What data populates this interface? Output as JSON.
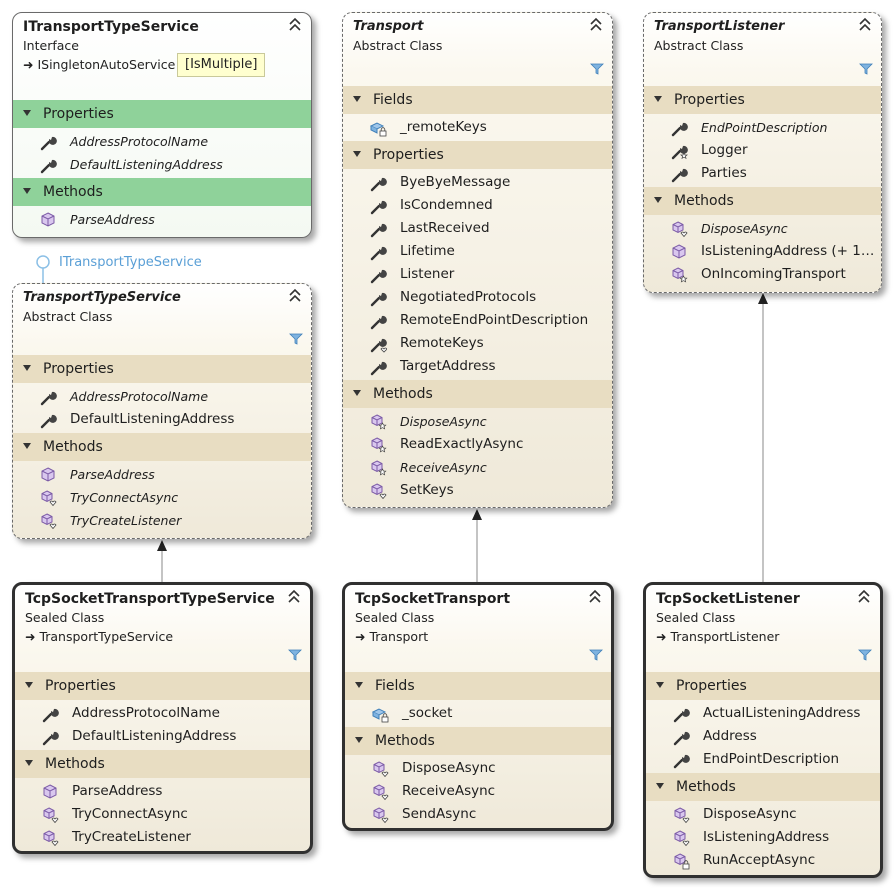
{
  "diagram": {
    "lollipop_label": "ITransportTypeService",
    "note": "[IsMultiple]"
  },
  "boxes": {
    "itransport": {
      "title": "ITransportTypeService",
      "kind": "Interface",
      "base": "ISingletonAutoService",
      "sections": [
        {
          "name": "Properties",
          "items": [
            {
              "label": "AddressProtocolName",
              "icon": "wrench-icon",
              "italic": true
            },
            {
              "label": "DefaultListeningAddress",
              "icon": "wrench-icon",
              "italic": true
            }
          ]
        },
        {
          "name": "Methods",
          "items": [
            {
              "label": "ParseAddress",
              "icon": "method-cube-icon",
              "italic": true
            }
          ]
        }
      ]
    },
    "transport": {
      "title": "Transport",
      "kind": "Abstract Class",
      "sections": [
        {
          "name": "Fields",
          "items": [
            {
              "label": "_remoteKeys",
              "icon": "field-lock-icon",
              "italic": false
            }
          ]
        },
        {
          "name": "Properties",
          "items": [
            {
              "label": "ByeByeMessage",
              "icon": "wrench-icon",
              "italic": false
            },
            {
              "label": "IsCondemned",
              "icon": "wrench-icon",
              "italic": false
            },
            {
              "label": "LastReceived",
              "icon": "wrench-icon",
              "italic": false
            },
            {
              "label": "Lifetime",
              "icon": "wrench-icon",
              "italic": false
            },
            {
              "label": "Listener",
              "icon": "wrench-icon",
              "italic": false
            },
            {
              "label": "NegotiatedProtocols",
              "icon": "wrench-icon",
              "italic": false
            },
            {
              "label": "RemoteEndPointDescription",
              "icon": "wrench-icon",
              "italic": false
            },
            {
              "label": "RemoteKeys",
              "icon": "wrench-heart-icon",
              "italic": false
            },
            {
              "label": "TargetAddress",
              "icon": "wrench-icon",
              "italic": false
            }
          ]
        },
        {
          "name": "Methods",
          "items": [
            {
              "label": "DisposeAsync",
              "icon": "method-star-icon",
              "italic": true
            },
            {
              "label": "ReadExactlyAsync",
              "icon": "method-star-icon",
              "italic": false
            },
            {
              "label": "ReceiveAsync",
              "icon": "method-star-icon",
              "italic": true
            },
            {
              "label": "SetKeys",
              "icon": "method-heart-icon",
              "italic": false
            }
          ]
        }
      ]
    },
    "listener": {
      "title": "TransportListener",
      "kind": "Abstract Class",
      "sections": [
        {
          "name": "Properties",
          "items": [
            {
              "label": "EndPointDescription",
              "icon": "wrench-icon",
              "italic": true
            },
            {
              "label": "Logger",
              "icon": "wrench-star-icon",
              "italic": false
            },
            {
              "label": "Parties",
              "icon": "wrench-icon",
              "italic": false
            }
          ]
        },
        {
          "name": "Methods",
          "items": [
            {
              "label": "DisposeAsync",
              "icon": "method-heart-icon",
              "italic": true
            },
            {
              "label": "IsListeningAddress  (+ 1…",
              "icon": "method-cube-icon",
              "italic": false
            },
            {
              "label": "OnIncomingTransport",
              "icon": "method-star-icon",
              "italic": false
            }
          ]
        }
      ]
    },
    "typeservice": {
      "title": "TransportTypeService",
      "kind": "Abstract Class",
      "sections": [
        {
          "name": "Properties",
          "items": [
            {
              "label": "AddressProtocolName",
              "icon": "wrench-icon",
              "italic": true
            },
            {
              "label": "DefaultListeningAddress",
              "icon": "wrench-icon",
              "italic": false
            }
          ]
        },
        {
          "name": "Methods",
          "items": [
            {
              "label": "ParseAddress",
              "icon": "method-cube-icon",
              "italic": true
            },
            {
              "label": "TryConnectAsync",
              "icon": "method-heart-icon",
              "italic": true
            },
            {
              "label": "TryCreateListener",
              "icon": "method-heart-icon",
              "italic": true
            }
          ]
        }
      ]
    },
    "tcpservice": {
      "title": "TcpSocketTransportTypeService",
      "kind": "Sealed Class",
      "base": "TransportTypeService",
      "sections": [
        {
          "name": "Properties",
          "items": [
            {
              "label": "AddressProtocolName",
              "icon": "wrench-icon",
              "italic": false
            },
            {
              "label": "DefaultListeningAddress",
              "icon": "wrench-icon",
              "italic": false
            }
          ]
        },
        {
          "name": "Methods",
          "items": [
            {
              "label": "ParseAddress",
              "icon": "method-cube-icon",
              "italic": false
            },
            {
              "label": "TryConnectAsync",
              "icon": "method-heart-icon",
              "italic": false
            },
            {
              "label": "TryCreateListener",
              "icon": "method-heart-icon",
              "italic": false
            }
          ]
        }
      ]
    },
    "tcptransport": {
      "title": "TcpSocketTransport",
      "kind": "Sealed Class",
      "base": "Transport",
      "sections": [
        {
          "name": "Fields",
          "items": [
            {
              "label": "_socket",
              "icon": "field-lock-icon",
              "italic": false
            }
          ]
        },
        {
          "name": "Methods",
          "items": [
            {
              "label": "DisposeAsync",
              "icon": "method-heart-icon",
              "italic": false
            },
            {
              "label": "ReceiveAsync",
              "icon": "method-heart-icon",
              "italic": false
            },
            {
              "label": "SendAsync",
              "icon": "method-heart-icon",
              "italic": false
            }
          ]
        }
      ]
    },
    "tcplistener": {
      "title": "TcpSocketListener",
      "kind": "Sealed Class",
      "base": "TransportListener",
      "sections": [
        {
          "name": "Properties",
          "items": [
            {
              "label": "ActualListeningAddress",
              "icon": "wrench-icon",
              "italic": false
            },
            {
              "label": "Address",
              "icon": "wrench-icon",
              "italic": false
            },
            {
              "label": "EndPointDescription",
              "icon": "wrench-icon",
              "italic": false
            }
          ]
        },
        {
          "name": "Methods",
          "items": [
            {
              "label": "DisposeAsync",
              "icon": "method-heart-icon",
              "italic": false
            },
            {
              "label": "IsListeningAddress",
              "icon": "method-heart-icon",
              "italic": false
            },
            {
              "label": "RunAcceptAsync",
              "icon": "method-lock-icon",
              "italic": false
            }
          ]
        }
      ]
    }
  }
}
